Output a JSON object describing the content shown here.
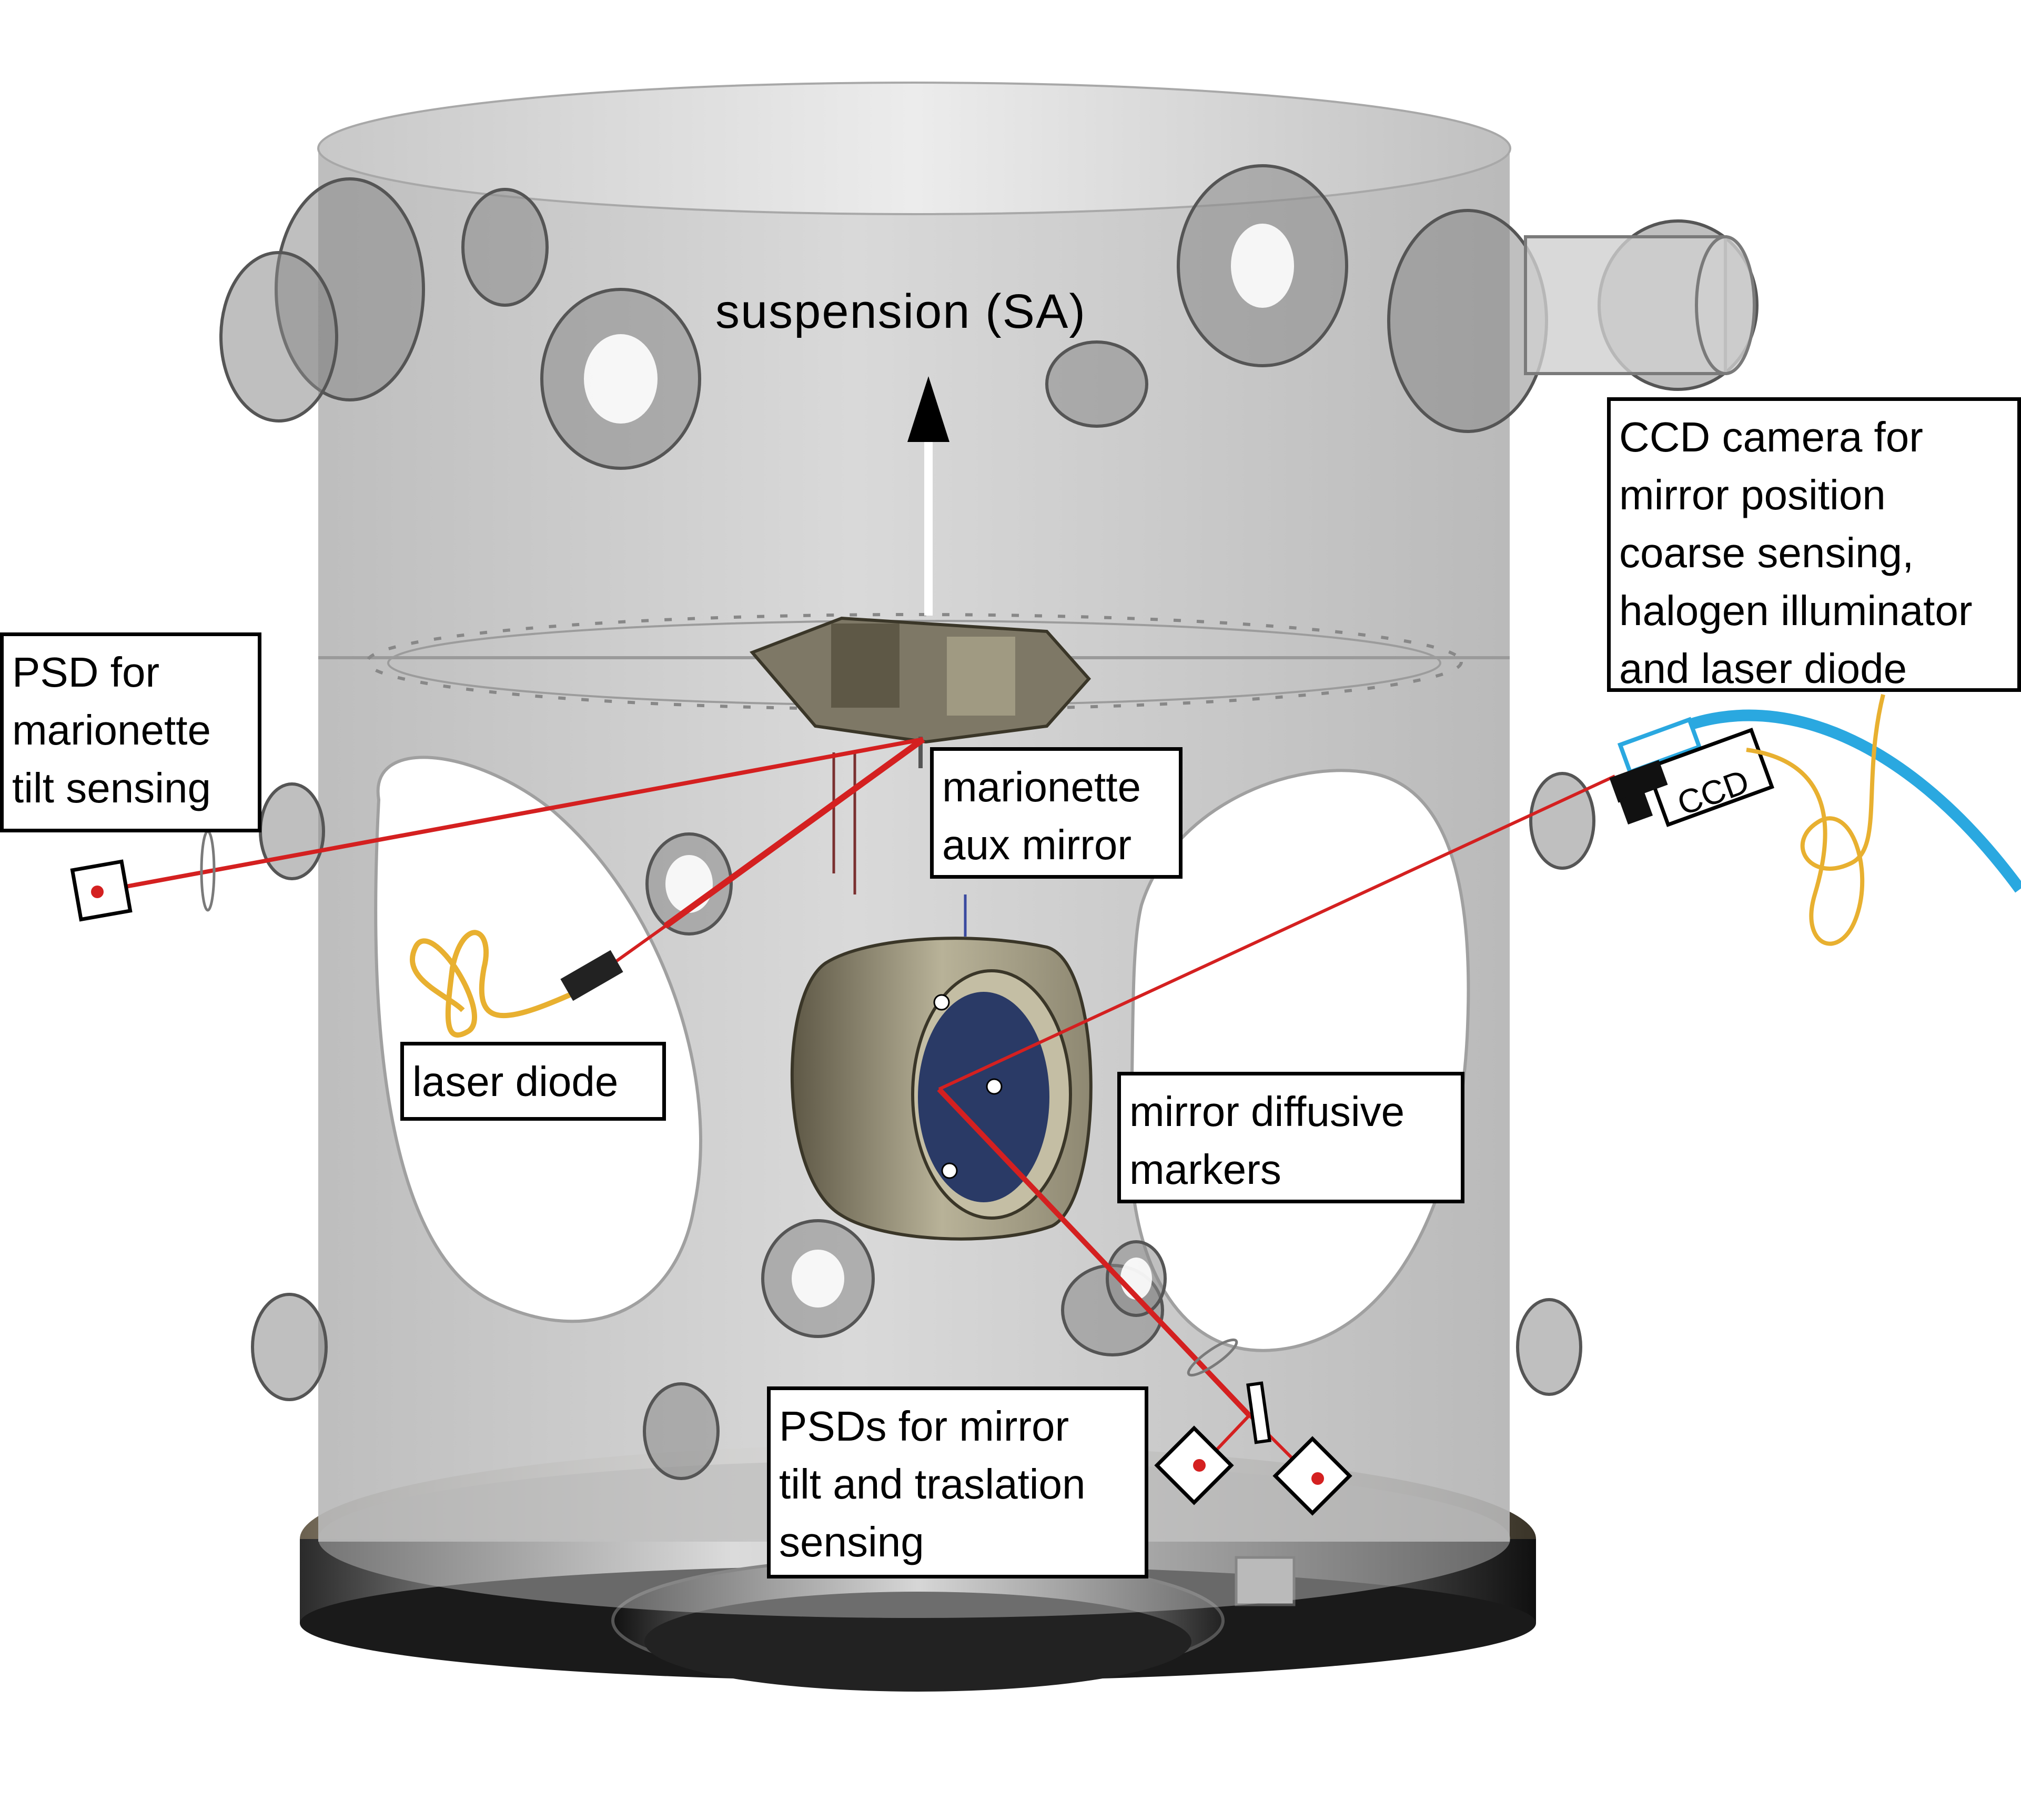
{
  "title": "suspension (SA)",
  "labels": {
    "psd_marionette": [
      "PSD for",
      "marionette",
      "tilt sensing"
    ],
    "laser_diode": [
      "laser diode"
    ],
    "marionette_mirror": [
      "marionette",
      "aux mirror"
    ],
    "mirror_markers": [
      "mirror diffusive",
      "markers"
    ],
    "ccd_camera": [
      "CCD camera for",
      "mirror position",
      "coarse sensing,",
      "halogen illuminator",
      "and laser diode"
    ],
    "psds_mirror": [
      "PSDs for mirror",
      "tilt and traslation",
      "sensing"
    ]
  },
  "ccd_label": "CCD",
  "colors": {
    "beam": "#d42020",
    "fiber": "#e8b030",
    "cable": "#2aa8e0",
    "tank": "#c8c8c8",
    "payload": "#8a8470",
    "mirror": "#2a3a66"
  }
}
